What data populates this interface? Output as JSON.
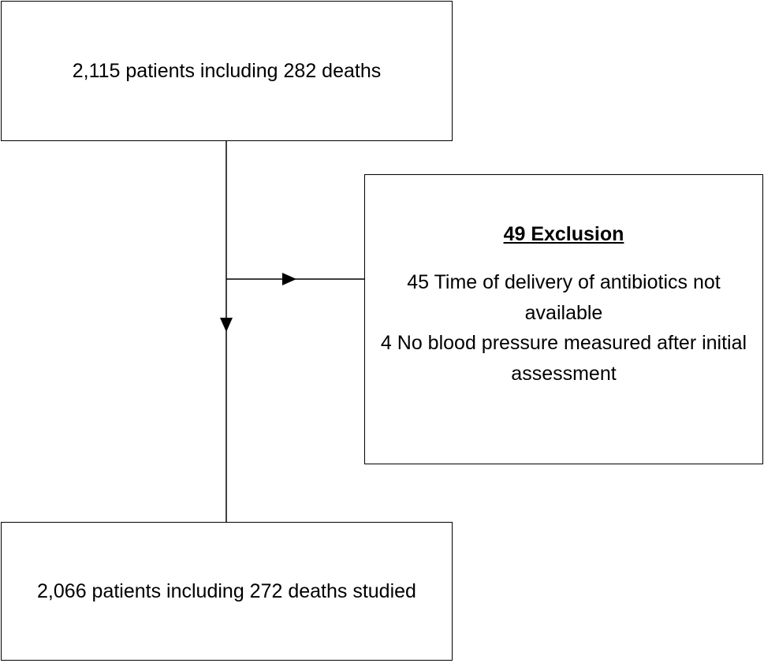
{
  "flow": {
    "start_box": {
      "text": "2,115 patients including 282 deaths"
    },
    "exclusion_box": {
      "heading": "49 Exclusion",
      "items": [
        "45 Time of delivery of antibiotics not available",
        "4 No blood pressure measured after initial assessment"
      ]
    },
    "end_box": {
      "text": "2,066 patients including 272 deaths studied"
    }
  },
  "colors": {
    "line": "#000000",
    "box_border": "#000000",
    "background": "#ffffff"
  }
}
